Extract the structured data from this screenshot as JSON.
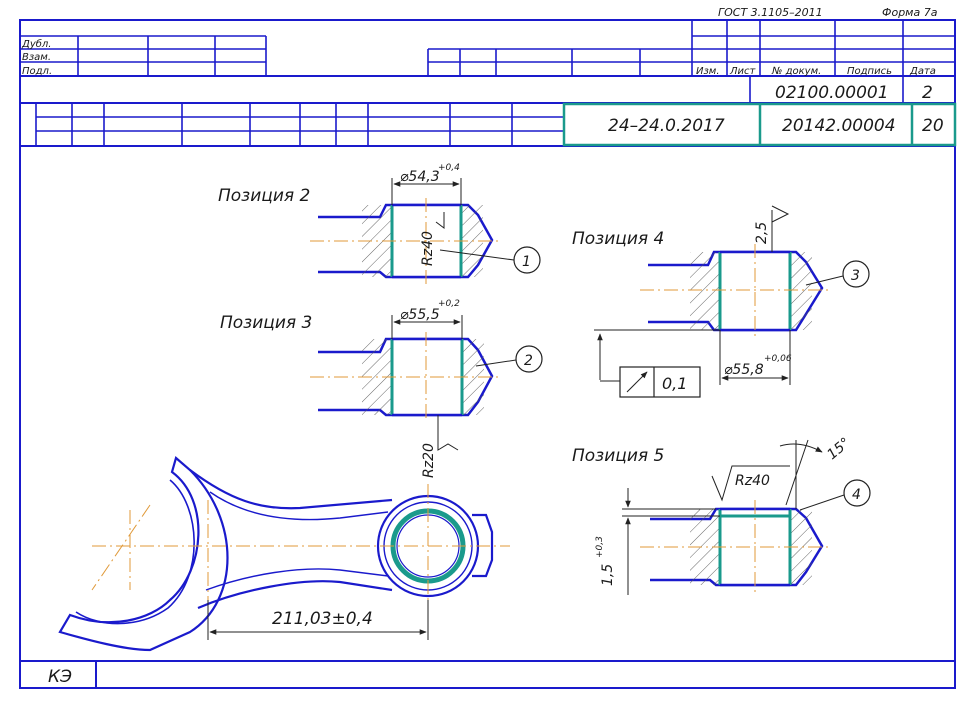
{
  "title_block": {
    "standard": "ГОСТ 3.1105–2011",
    "form": "Форма 7а",
    "left_labels": [
      "Дубл.",
      "Взам.",
      "Подл."
    ],
    "revision_headers": [
      "Изм.",
      "Лист",
      "№ докум.",
      "Подпись",
      "Дата"
    ],
    "doc_number": "02100.00001",
    "sheet": "2",
    "date_code": "24–24.0.2017",
    "part_number": "20142.00004",
    "sheets_total": "20"
  },
  "positions": [
    {
      "label": "Позиция 2",
      "dim": "⌀54,3",
      "tol": "+0,4",
      "rough": "Rz40",
      "callout": "1"
    },
    {
      "label": "Позиция 3",
      "dim": "⌀55,5",
      "tol": "+0,2",
      "rough": "Rz20",
      "callout": "2"
    },
    {
      "label": "Позиция 4",
      "dim": "⌀55,8",
      "tol": "+0,06",
      "rough": "2,5",
      "callout": "3",
      "runout": "0,1"
    },
    {
      "label": "Позиция 5",
      "dim": "1,5",
      "tol": "+0,3",
      "rough": "Rz40",
      "angle": "15°",
      "callout": "4"
    }
  ],
  "rod": {
    "center_distance": "211,03±0,4"
  },
  "footer": {
    "code": "КЭ"
  },
  "colors": {
    "outline": "#1a1acc",
    "surface": "#1a9a8c",
    "centerline": "#e09a3a",
    "frame": "#1a1acc"
  }
}
